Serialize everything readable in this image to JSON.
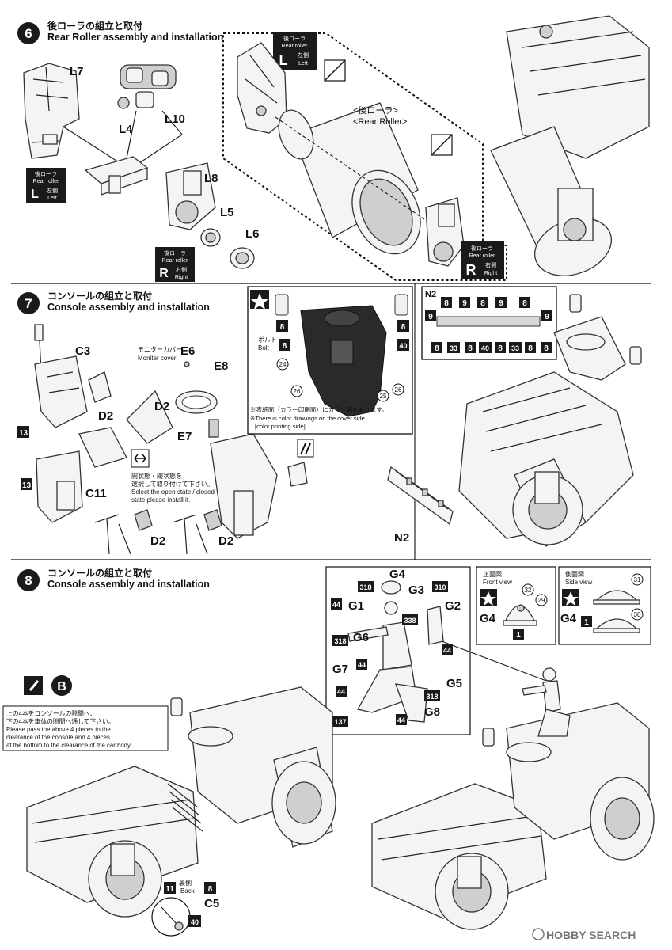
{
  "step6": {
    "number": "6",
    "title_jp": "後ローラの組立と取付",
    "title_en": "Rear Roller assembly and installation",
    "parts": [
      "L7",
      "L4",
      "L10",
      "L8",
      "L5",
      "L6"
    ],
    "rear_roller_jp": "<後ローラ>",
    "rear_roller_en": "<Rear Roller>",
    "badge_left": {
      "jp": "後ローラ",
      "en": "Rear roller",
      "letter": "L",
      "side_jp": "左側",
      "side_en": "Left"
    },
    "badge_right": {
      "jp": "後ローラ",
      "en": "Rear roller",
      "letter": "R",
      "side_jp": "右側",
      "side_en": "Right"
    }
  },
  "step7": {
    "number": "7",
    "title_jp": "コンソールの組立と取付",
    "title_en": "Console assembly and installation",
    "parts": [
      "C3",
      "D2",
      "E6",
      "E8",
      "E7",
      "C11",
      "N2"
    ],
    "monitor_cover_jp": "モニターカバー",
    "monitor_cover_en": "Moniter cover",
    "note_open_jp1": "開状態・閉状態を",
    "note_open_jp2": "選択して取り付けて下さい。",
    "note_open_en1": "Select the open state / closed",
    "note_open_en2": "state please install it.",
    "bolt_jp": "ボルト",
    "bolt_en": "Bolt",
    "color_note_jp": "※表紙面（カラー印刷面）にカラー図もあります。",
    "color_note_en1": "※There is color drawings on the cover side",
    "color_note_en2": "[color printing side].",
    "color_codes_left": [
      "8",
      "8",
      "24",
      "26"
    ],
    "color_codes_right": [
      "8",
      "40",
      "25",
      "26"
    ],
    "side_code": "13",
    "n2_codes_top": [
      "8",
      "9",
      "8",
      "9",
      "8"
    ],
    "n2_codes_sides": [
      "9",
      "9"
    ],
    "n2_codes_bottom": [
      "8",
      "33",
      "8",
      "40",
      "8",
      "33",
      "8",
      "8"
    ]
  },
  "step8": {
    "number": "8",
    "title_jp": "コンソールの組立と取付",
    "title_en": "Console assembly and installation",
    "parts": [
      "G4",
      "G3",
      "G1",
      "G2",
      "G6",
      "G7",
      "G5",
      "G8",
      "C5"
    ],
    "figure_codes": [
      "318",
      "310",
      "44",
      "338",
      "318",
      "44",
      "44",
      "44",
      "318",
      "137",
      "44"
    ],
    "front_view_jp": "正面図",
    "front_view_en": "Front view",
    "side_view_jp": "側面図",
    "side_view_en": "Side view",
    "helmet_front_codes": [
      "32",
      "29",
      "1"
    ],
    "helmet_side_codes": [
      "31",
      "30",
      "1"
    ],
    "b_label": "B",
    "b_note_jp1": "上の4本をコンソールの隙間へ、",
    "b_note_jp2": "下の4本を車体の隙間へ通して下さい。",
    "b_note_en1": "Please pass the above 4 pieces to the",
    "b_note_en2": "clearance of the console and 4 pieces",
    "b_note_en3": "at the bottom to the clearance of the car body.",
    "back_code_a": "11",
    "back_jp": "裏側",
    "back_en": "Back",
    "back_code_b": "8",
    "c5_code": "40"
  },
  "watermark": "HOBBY SEARCH"
}
